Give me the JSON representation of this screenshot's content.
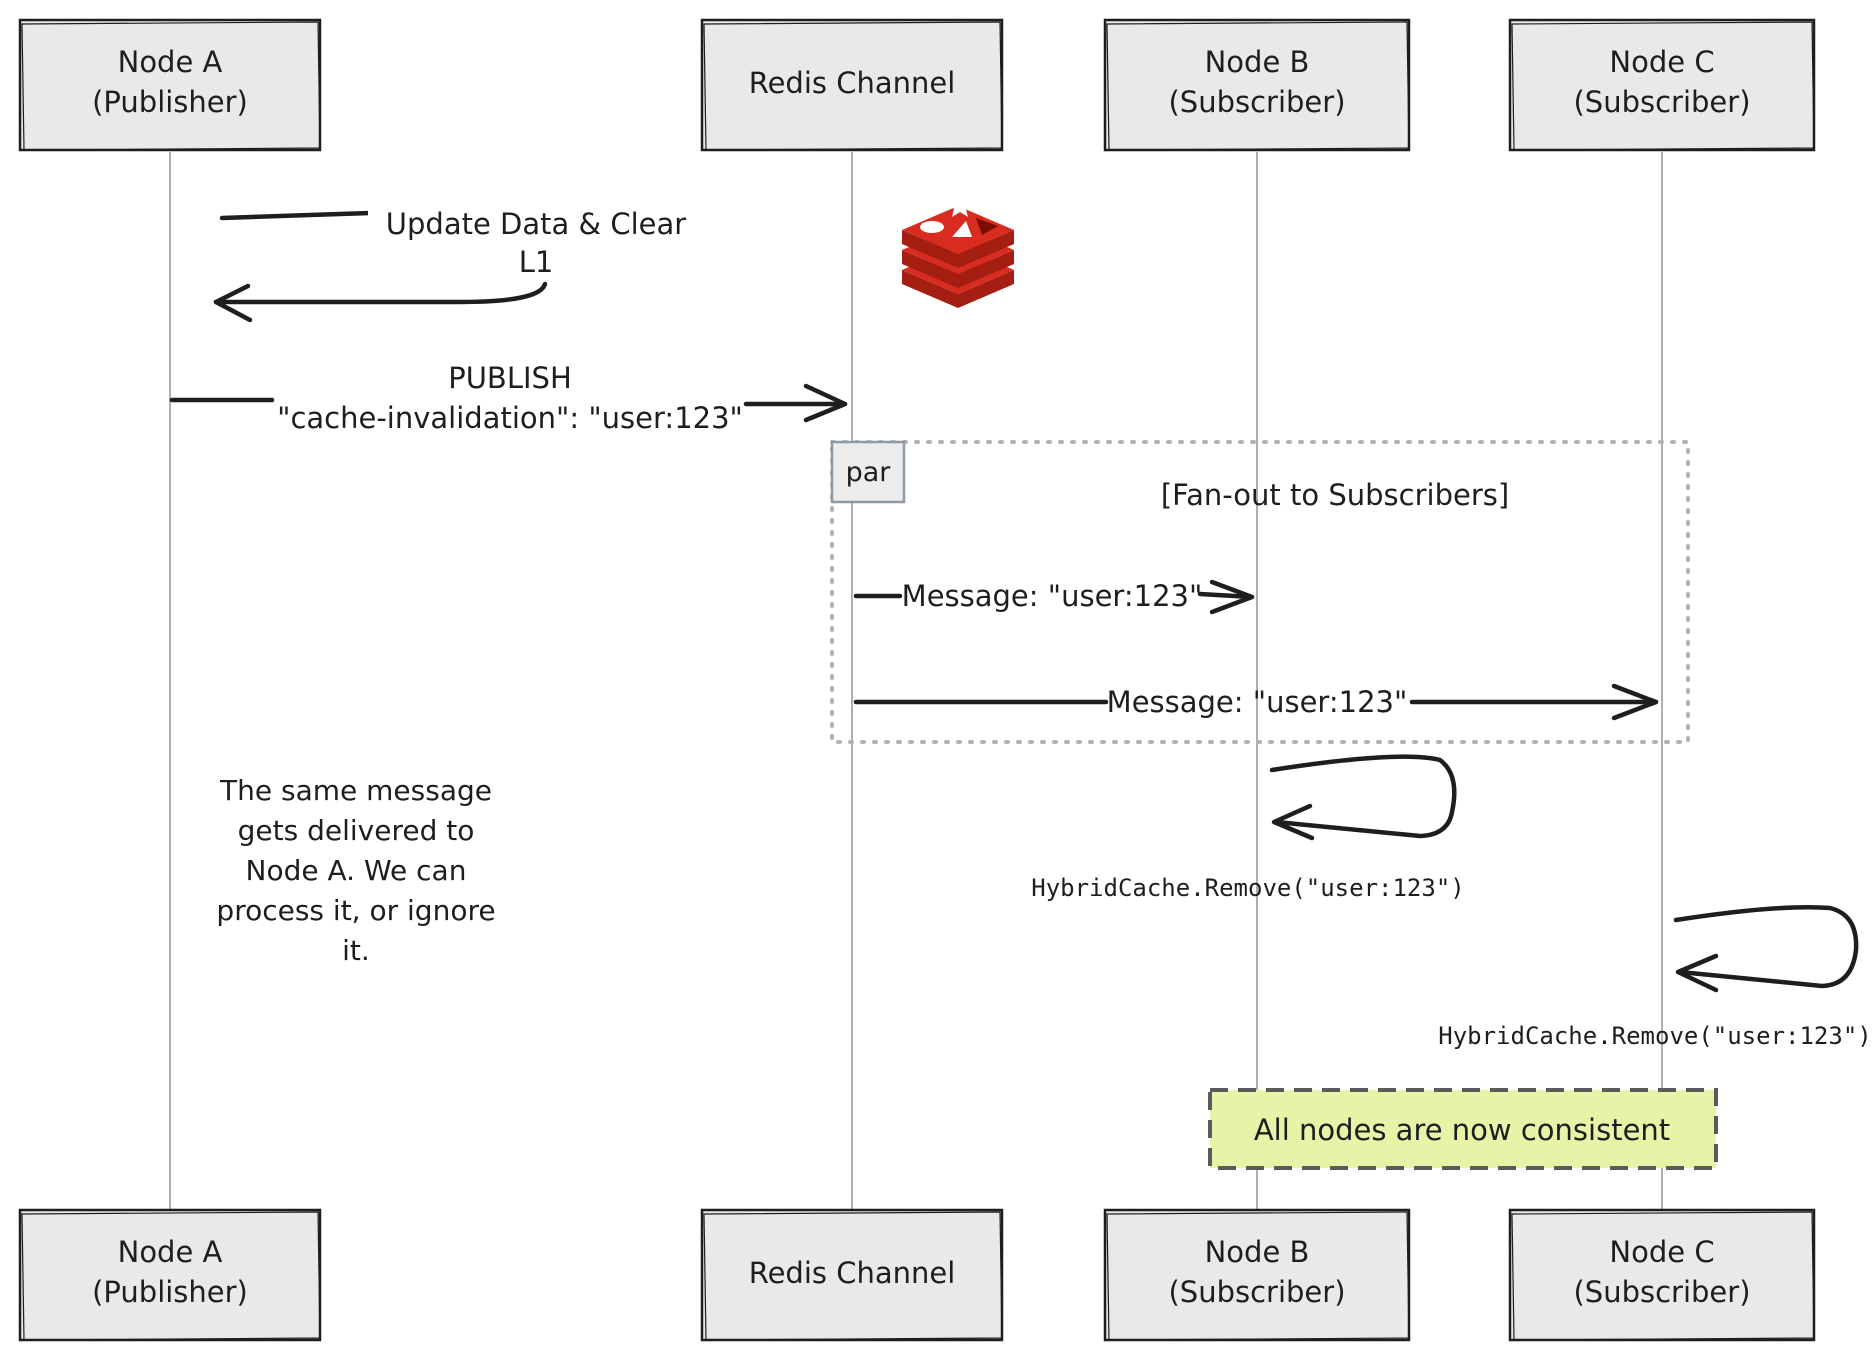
{
  "participants": [
    {
      "id": "node-a",
      "line1": "Node A",
      "line2": "(Publisher)"
    },
    {
      "id": "redis",
      "line1": "Redis Channel",
      "line2": ""
    },
    {
      "id": "node-b",
      "line1": "Node B",
      "line2": "(Subscriber)"
    },
    {
      "id": "node-c",
      "line1": "Node C",
      "line2": "(Subscriber)"
    }
  ],
  "messages": {
    "update_line1": "Update Data & Clear",
    "update_line2": "L1",
    "publish_line1": "PUBLISH",
    "publish_line2": "\"cache-invalidation\": \"user:123\"",
    "fanout_b": "Message: \"user:123\"",
    "fanout_c": "Message: \"user:123\"",
    "remove_b": "HybridCache.Remove(\"user:123\")",
    "remove_c": "HybridCache.Remove(\"user:123\")"
  },
  "par_block": {
    "tag": "par",
    "condition": "[Fan-out to Subscribers]"
  },
  "notes": {
    "node_a_line1": "The same message",
    "node_a_line2": "gets delivered to",
    "node_a_line3": "Node A. We can",
    "node_a_line4": "process it, or ignore",
    "node_a_line5": "it.",
    "consistent": "All nodes are now consistent"
  },
  "icons": {
    "redis": "redis-logo-icon"
  },
  "colors": {
    "stroke": "#1e1e1e",
    "box_fill": "#e9e9e9",
    "note_fill": "#e8f3a8",
    "redis_red": "#d82c20"
  }
}
